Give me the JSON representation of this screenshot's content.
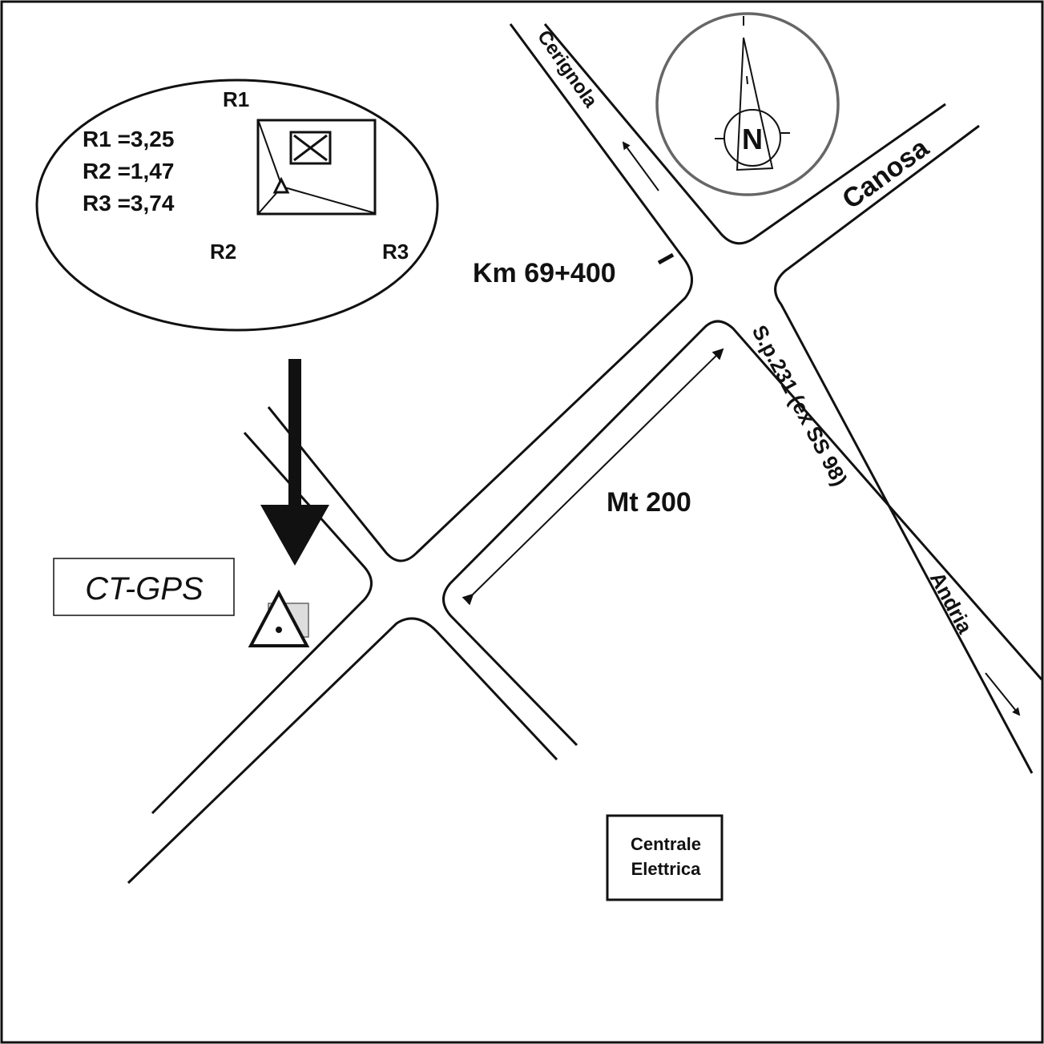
{
  "inset": {
    "values": [
      "R1 =3,25",
      "R2 =1,47",
      "R3 =3,74"
    ],
    "labels": {
      "r1": "R1",
      "r2": "R2",
      "r3": "R3"
    }
  },
  "roads": {
    "cerignola": "Cerignola",
    "canosa": "Canosa",
    "andria": "Andria",
    "sp": "S.p.231 (ex SS 98)"
  },
  "km_marker": "Km 69+400",
  "distance": "Mt 200",
  "station_label": "CT-GPS",
  "landmark": {
    "line1": "Centrale",
    "line2": "Elettrica"
  },
  "compass": {
    "letter": "N"
  }
}
